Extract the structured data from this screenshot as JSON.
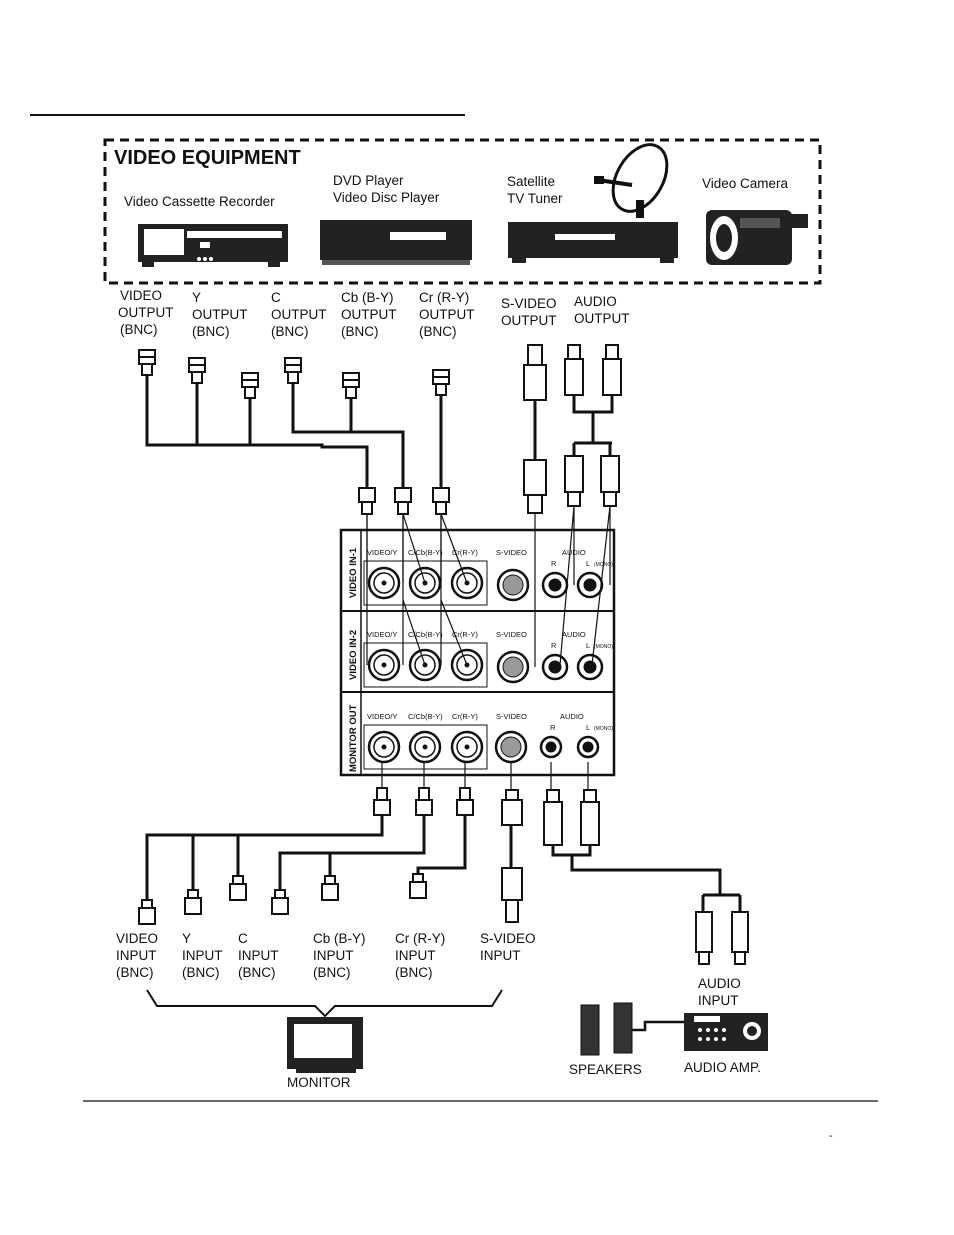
{
  "equipment_box": {
    "title": "VIDEO EQUIPMENT",
    "devices": [
      {
        "lines": [
          "Video Cassette Recorder"
        ]
      },
      {
        "lines": [
          "DVD Player",
          "Video Disc Player"
        ]
      },
      {
        "lines": [
          "Satellite",
          "TV Tuner"
        ]
      },
      {
        "lines": [
          "Video Camera"
        ]
      }
    ]
  },
  "source_outputs": [
    {
      "lines": [
        "VIDEO",
        "OUTPUT",
        "(BNC)"
      ]
    },
    {
      "lines": [
        "Y",
        "OUTPUT",
        "(BNC)"
      ]
    },
    {
      "lines": [
        "C",
        "OUTPUT",
        "(BNC)"
      ]
    },
    {
      "lines": [
        "Cb (B-Y)",
        "OUTPUT",
        "(BNC)"
      ]
    },
    {
      "lines": [
        "Cr (R-Y)",
        "OUTPUT",
        "(BNC)"
      ]
    },
    {
      "lines": [
        "S-VIDEO",
        "OUTPUT"
      ]
    },
    {
      "lines": [
        "AUDIO",
        "OUTPUT"
      ]
    }
  ],
  "panel": {
    "rows": [
      {
        "title": "VIDEO IN-1",
        "ports": [
          "VIDEO/Y",
          "C/Cb(B-Y)",
          "Cr(R-Y)",
          "S-VIDEO",
          "AUDIO",
          "R",
          "L"
        ],
        "mono": "(MONO)"
      },
      {
        "title": "VIDEO IN-2",
        "ports": [
          "VIDEO/Y",
          "C/Cb(B-Y)",
          "Cr(R-Y)",
          "S-VIDEO",
          "AUDIO",
          "R",
          "L"
        ],
        "mono": "(MONO)"
      },
      {
        "title": "MONITOR OUT",
        "ports": [
          "VIDEO/Y",
          "C/Cb(B-Y)",
          "Cr(R-Y)",
          "S-VIDEO",
          "AUDIO",
          "R",
          "L"
        ],
        "mono": "(MONO)"
      }
    ]
  },
  "monitor_inputs": [
    {
      "lines": [
        "VIDEO",
        "INPUT",
        "(BNC)"
      ]
    },
    {
      "lines": [
        "Y",
        "INPUT",
        "(BNC)"
      ]
    },
    {
      "lines": [
        "C",
        "INPUT",
        "(BNC)"
      ]
    },
    {
      "lines": [
        "Cb (B-Y)",
        "INPUT",
        "(BNC)"
      ]
    },
    {
      "lines": [
        "Cr (R-Y)",
        "INPUT",
        "(BNC)"
      ]
    },
    {
      "lines": [
        "S-VIDEO",
        "INPUT"
      ]
    }
  ],
  "audio_input": {
    "lines": [
      "AUDIO",
      "INPUT"
    ]
  },
  "bottom_labels": {
    "monitor": "MONITOR",
    "speakers": "SPEAKERS",
    "amp": "AUDIO AMP."
  },
  "footer_mark": "-"
}
